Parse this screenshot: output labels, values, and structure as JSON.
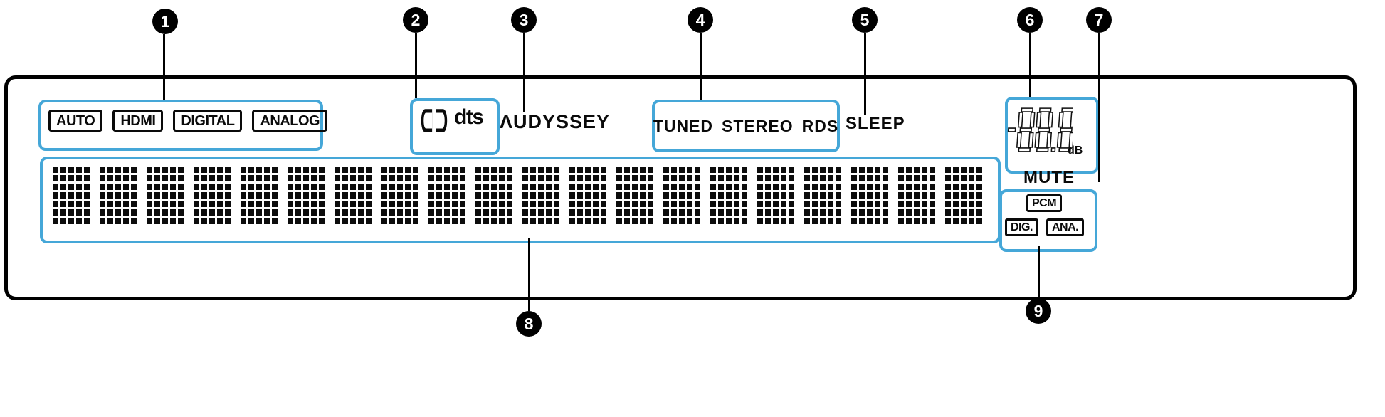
{
  "callouts": [
    "1",
    "2",
    "3",
    "4",
    "5",
    "6",
    "7",
    "8",
    "9"
  ],
  "indicators": {
    "input_mode": [
      "AUTO",
      "HDMI",
      "DIGITAL",
      "ANALOG"
    ],
    "decoder": {
      "dolby_icon": "dolby-double-d",
      "dts": "dts"
    },
    "audyssey": "ΛUDYSSEY",
    "tuner": [
      "TUNED",
      "STEREO",
      "RDS"
    ],
    "sleep": "SLEEP",
    "volume": {
      "value": "-88.8",
      "unit": "dB"
    },
    "mute": "MUTE",
    "signal": [
      "PCM",
      "DIG.",
      "ANA."
    ]
  },
  "info_display": {
    "cells": 20,
    "dot_cols": 5,
    "dot_rows": 7
  },
  "colors": {
    "highlight": "#45a7d8",
    "ink": "#0a0a0a",
    "background": "#ffffff"
  }
}
